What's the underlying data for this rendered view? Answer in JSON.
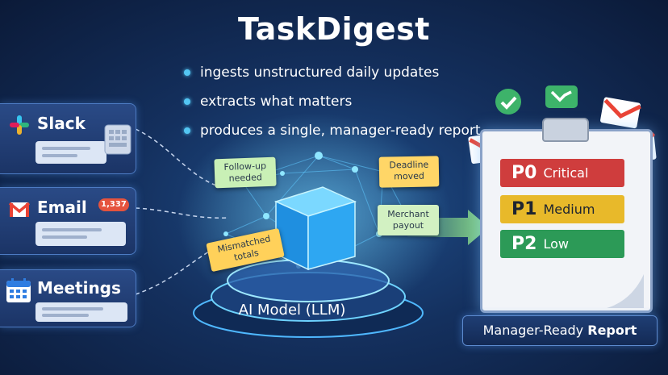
{
  "title": "TaskDigest",
  "bullets": [
    "ingests unstructured daily updates",
    "extracts what matters",
    "produces a single, manager-ready report"
  ],
  "sources": {
    "slack": {
      "label": "Slack",
      "icon": "slack-icon"
    },
    "email": {
      "label": "Email",
      "icon": "gmail-icon",
      "badge": "1,337"
    },
    "meetings": {
      "label": "Meetings",
      "icon": "calendar-icon"
    }
  },
  "notes": {
    "follow_up": "Follow-up needed",
    "deadline": "Deadline moved",
    "merchant": "Merchant payout",
    "mismatched": "Mismatched totals"
  },
  "model_label": "AI Model (LLM)",
  "report": {
    "items": [
      {
        "code": "P0",
        "level": "Critical",
        "color": "#cf3d3d"
      },
      {
        "code": "P1",
        "level": "Medium",
        "color": "#e8b92a"
      },
      {
        "code": "P2",
        "level": "Low",
        "color": "#2c9a57"
      }
    ],
    "caption_prefix": "Manager-Ready",
    "caption_bold": "Report"
  },
  "colors": {
    "accent": "#53c6f3",
    "background": "#14305e"
  }
}
